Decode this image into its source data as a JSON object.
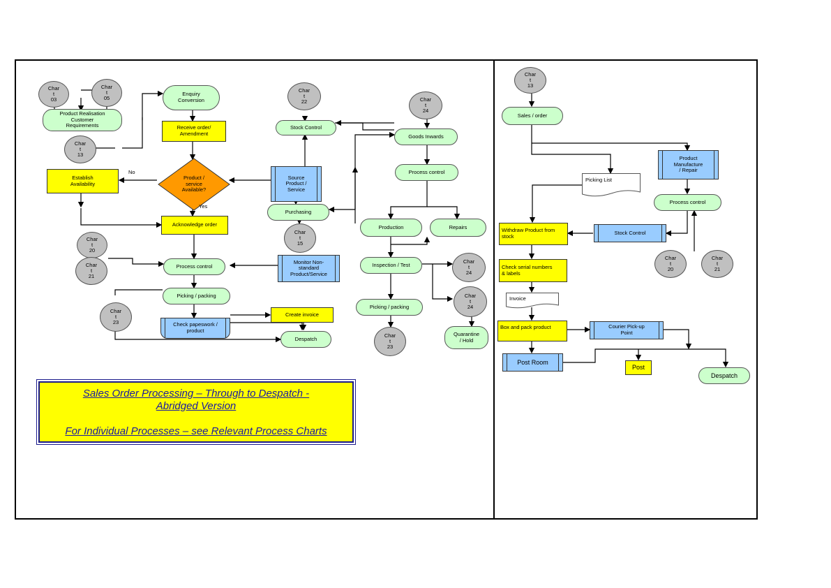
{
  "left_panel": {
    "chart_refs": {
      "c03": "Char\nt\n03",
      "c05": "Char\nt\n05",
      "c13": "Char\nt\n13",
      "c20": "Char\nt\n20",
      "c21": "Char\nt\n21",
      "c23": "Char\nt\n23",
      "c22": "Char\nt\n22",
      "c24a": "Char\nt\n24",
      "c15": "Char\nt\n15",
      "c23b": "Char\nt\n23",
      "c24b": "Char\nt\n24",
      "c24c": "Char\nt\n24"
    },
    "nodes": {
      "product_realisation": "Product Realisation\nCustomer\nRequirements",
      "enquiry_conversion": "Enquiry\nConversion",
      "receive_order": "Receive order/\nAmendment",
      "product_available": "Product /\nservice\nAvailable?",
      "establish_availability": "Establish\nAvailability",
      "acknowledge_order": "Acknowledge order",
      "process_control": "Process control",
      "picking_packing": "Picking / packing",
      "check_paperwork": "Check papeswork /\nproduct",
      "create_invoice": "Create invoice",
      "despatch": "Despatch",
      "stock_control": "Stock Control",
      "source_product": "Source\nProduct /\nService",
      "purchasing": "Purchasing",
      "monitor_non_standard": "Monitor Non-\nstandard\nProduct/Service",
      "goods_inwards": "Goods Inwards",
      "process_control_2": "Process control",
      "production": "Production",
      "repairs": "Repairs",
      "inspection_test": "Inspection / Test",
      "picking_packing_2": "Picking / packing",
      "quarantine": "Quarantine\n/ Hold"
    },
    "labels": {
      "no": "No",
      "yes": "Yes"
    },
    "title": {
      "line1": "Sales Order Processing – Through to Despatch -",
      "line2": "Abridged Version",
      "line3": "For Individual Processes – see Relevant Process Charts"
    }
  },
  "right_panel": {
    "chart_refs": {
      "c13": "Char\nt\n13",
      "c20": "Char\nt\n20",
      "c21": "Char\nt\n21"
    },
    "nodes": {
      "sales_order": "Sales / order",
      "picking_list": "Picking List",
      "product_manufacture": "Product\nManufacture\n/ Repair",
      "process_control": "Process control",
      "withdraw_product": "Withdraw Product from\nstock",
      "stock_control": "Stock Control",
      "check_serial": "Check serial numbers\n& labels",
      "invoice": "Invoice",
      "box_pack": "Box and pack product",
      "courier": "Courier Pick-up\nPoint",
      "post_room": "Post Room",
      "post": "Post",
      "despatch": "Despatch"
    }
  },
  "colors": {
    "pill": "#ccffcc",
    "yellow": "#ffff00",
    "blue": "#99ccff",
    "decision": "#ff9900",
    "chart_ref": "#c0c0c0",
    "title_text": "#1a1aa0"
  }
}
